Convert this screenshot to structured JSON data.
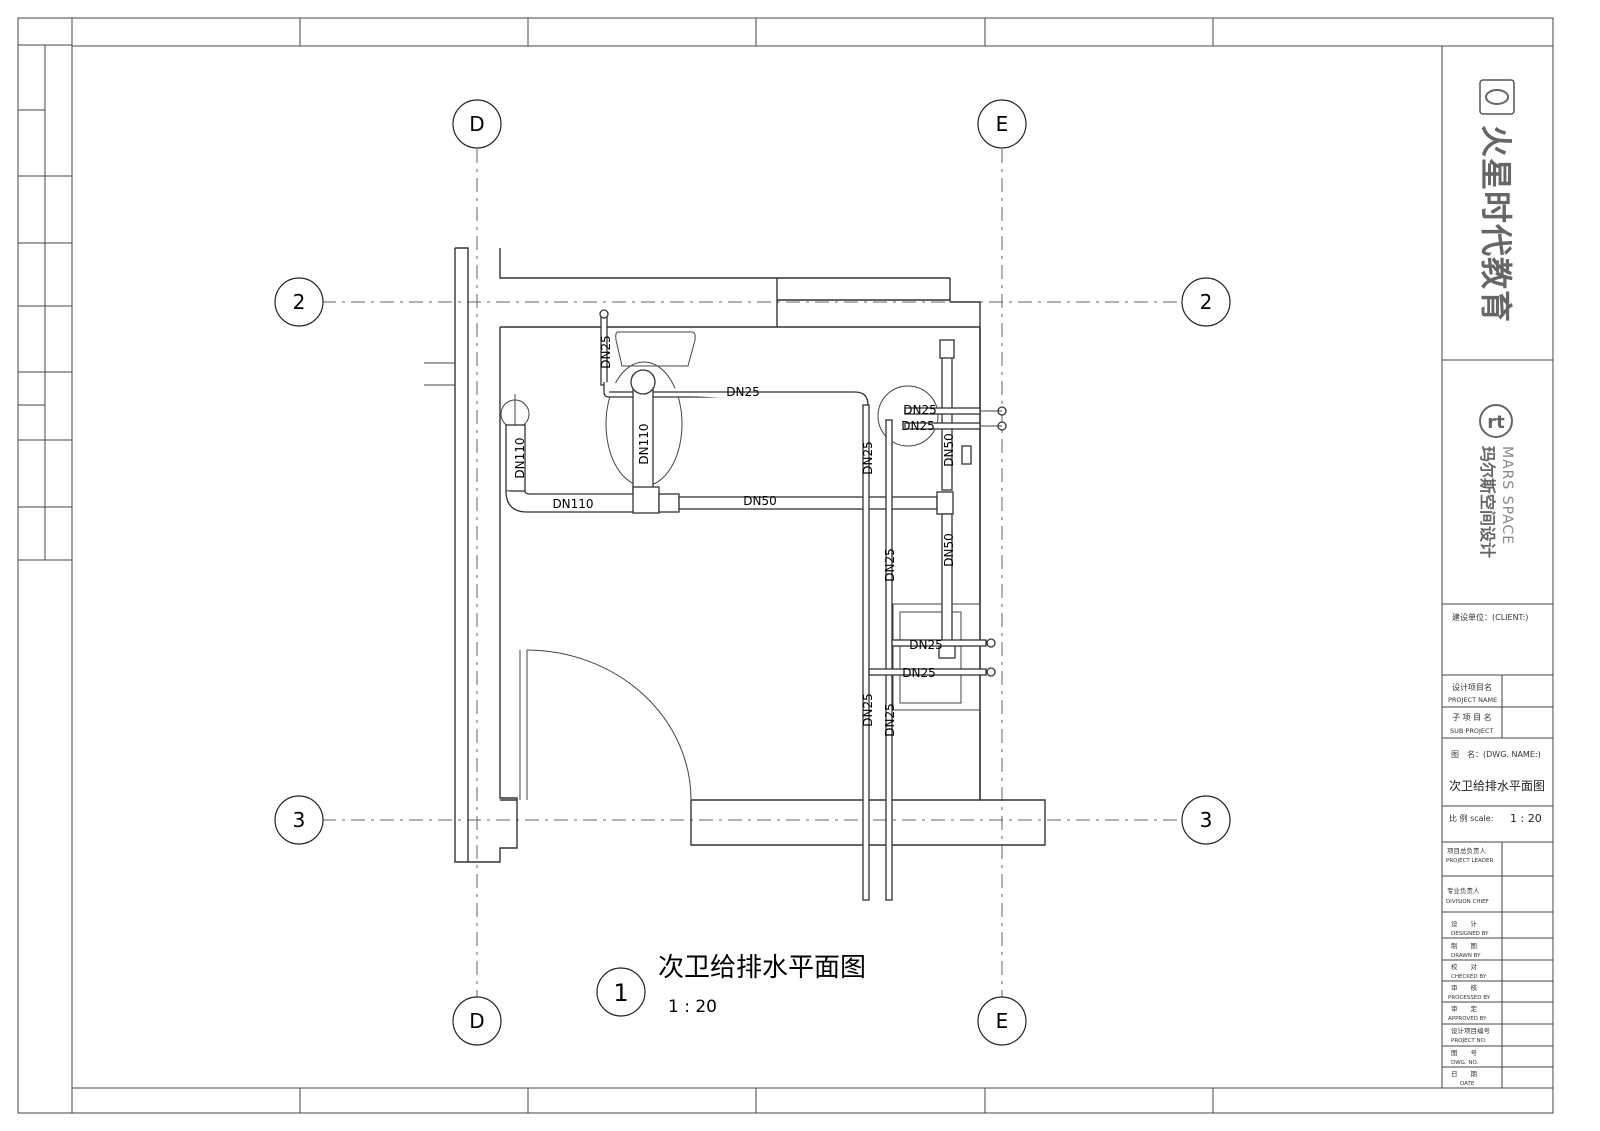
{
  "axes": {
    "col_d": "D",
    "col_e": "E",
    "row_2": "2",
    "row_3": "3"
  },
  "pipes": {
    "wc_supply_vertical": "DN25",
    "wc_supply_horizontal": "DN25",
    "floor_drain_riser": "DN110",
    "wc_drain": "DN110",
    "main_drain": "DN110",
    "waste_horizontal": "DN50",
    "shower_supply_1": "DN25",
    "shower_supply_2": "DN25",
    "shower_drain": "DN50",
    "riser_left_upper": "DN25",
    "riser_right_middle": "DN25",
    "basin_drain": "DN50",
    "basin_supply_1": "DN25",
    "basin_supply_2": "DN25",
    "riser_left_lower": "DN25",
    "riser_right_lower": "DN25"
  },
  "caption": {
    "number": "1",
    "title": "次卫给排水平面图",
    "scale": "1 : 20"
  },
  "title_block": {
    "company_cn": "火星时代教育",
    "partner_en": "MARS SPACE",
    "partner_cn": "玛尔斯空间设计",
    "client": "建设单位：(CLIENT:)",
    "project_name_cn": "设计项目名",
    "project_name_en": "PROJECT NAME",
    "sub_project_cn": "子 项 目 名",
    "sub_project_en": "SUB PROJECT",
    "dwg_name_label": "图　名：(DWG. NAME:)",
    "dwg_name": "次卫给排水平面图",
    "scale_label": "比 例 scale:",
    "scale_value": "1 : 20",
    "rows": [
      {
        "cn": "项目总负责人",
        "en": "PROJECT LEADER"
      },
      {
        "cn": "专业负责人",
        "en": "DIVISION CHIEF"
      },
      {
        "cn": "设　　计",
        "en": "DESIGNED BY"
      },
      {
        "cn": "制　　图",
        "en": "DRAWN BY"
      },
      {
        "cn": "校　　对",
        "en": "CHECKED BY"
      },
      {
        "cn": "审　　核",
        "en": "PROCESSED BY"
      },
      {
        "cn": "审　　定",
        "en": "APPROVED BY"
      },
      {
        "cn": "设计项目编号",
        "en": "PROJECT NO."
      },
      {
        "cn": "图　　号",
        "en": "DWG. NO."
      },
      {
        "cn": "日　　期",
        "en": "DATE"
      }
    ]
  }
}
